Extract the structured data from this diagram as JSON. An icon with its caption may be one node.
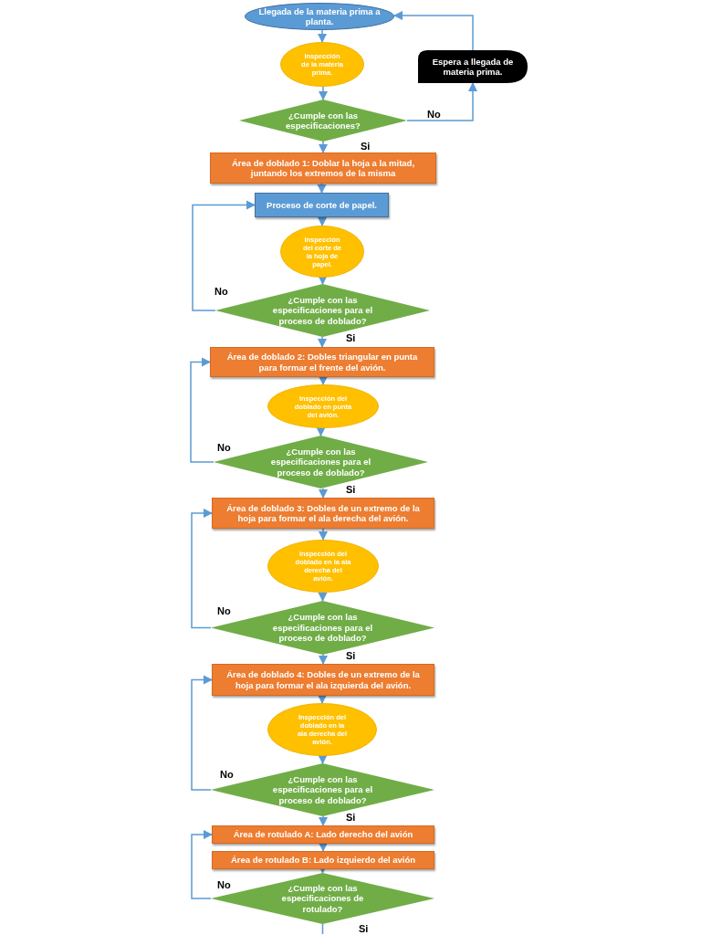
{
  "diagram": {
    "nodes": [
      {
        "text": [
          "Llegada de la materia prima a planta."
        ]
      },
      {
        "text": [
          "Inspección de la materia prima."
        ]
      },
      {
        "text": [
          "¿Cumple con las especificaciones?"
        ]
      },
      {
        "text": [
          "Espera a llegada de materia prima."
        ]
      },
      {
        "text": [
          "Área de doblado 1: Doblar la hoja a la mitad, juntando los extremos de la misma"
        ]
      },
      {
        "text": [
          "Proceso de corte de papel."
        ]
      },
      {
        "text": [
          "Inspección del corte de la hoja de papel."
        ]
      },
      {
        "text": [
          "¿Cumple con las especificaciones para el proceso de doblado?"
        ]
      },
      {
        "text": [
          "Área de doblado 2: Dobles triangular en punta para formar el frente del avión."
        ]
      },
      {
        "text": [
          "Inspección del doblado en punta del avión."
        ]
      },
      {
        "text": [
          "¿Cumple con las especificaciones para el proceso de doblado?"
        ]
      },
      {
        "text": [
          "Área de doblado 3: Dobles de un extremo de la hoja para formar el ala derecha del avión."
        ]
      },
      {
        "text": [
          "Inspección del doblado en la ala derecha del avión."
        ]
      },
      {
        "text": [
          "¿Cumple con las especificaciones para el proceso de doblado?"
        ]
      },
      {
        "text": [
          "Área de doblado 4: Dobles de un extremo de la hoja para formar el ala izquierda del avión."
        ]
      },
      {
        "text": [
          "Inspección del doblado en la ala derecha del avión."
        ]
      },
      {
        "text": [
          "¿Cumple con las especificaciones para el proceso de doblado?"
        ]
      },
      {
        "text": [
          "Área de rotulado A:  Lado derecho del avión"
        ]
      },
      {
        "text": [
          "Área de rotulado B:  Lado izquierdo del avión"
        ]
      },
      {
        "text": [
          "¿Cumple con las especificaciones de rotulado?"
        ]
      }
    ],
    "edges": [
      {
        "from": 0,
        "to": 1,
        "arrow": "to"
      },
      {
        "from": 1,
        "to": 2,
        "arrow": "to"
      },
      {
        "from": 2,
        "to": 3,
        "arrow": "to",
        "label": "No"
      },
      {
        "from": 3,
        "to": 0,
        "arrow": "to"
      },
      {
        "from": 2,
        "to": 4,
        "arrow": "to",
        "label": "Si"
      },
      {
        "from": 4,
        "to": 5,
        "arrow": "to"
      },
      {
        "from": 5,
        "to": 6,
        "arrow": "to"
      },
      {
        "from": 6,
        "to": 7,
        "arrow": "to"
      },
      {
        "from": 7,
        "to": 5,
        "arrow": "to",
        "label": "No"
      },
      {
        "from": 7,
        "to": 8,
        "arrow": "to",
        "label": "Si"
      },
      {
        "from": 8,
        "to": 9,
        "arrow": "to"
      },
      {
        "from": 9,
        "to": 10,
        "arrow": "to"
      },
      {
        "from": 10,
        "to": 8,
        "arrow": "to",
        "label": "No"
      },
      {
        "from": 10,
        "to": 11,
        "arrow": "to",
        "label": "Si"
      },
      {
        "from": 11,
        "to": 12,
        "arrow": "to"
      },
      {
        "from": 12,
        "to": 13,
        "arrow": "to"
      },
      {
        "from": 13,
        "to": 11,
        "arrow": "to",
        "label": "No"
      },
      {
        "from": 13,
        "to": 14,
        "arrow": "to",
        "label": "Si"
      },
      {
        "from": 14,
        "to": 15,
        "arrow": "to"
      },
      {
        "from": 15,
        "to": 16,
        "arrow": "to"
      },
      {
        "from": 16,
        "to": 14,
        "arrow": "to",
        "label": "No"
      },
      {
        "from": 16,
        "to": 17,
        "arrow": "to",
        "label": "Si"
      },
      {
        "from": 17,
        "to": 18,
        "arrow": "to"
      },
      {
        "from": 18,
        "to": 19,
        "arrow": "to"
      },
      {
        "from": 19,
        "to": 17,
        "arrow": "to",
        "label": "No"
      },
      {
        "from": 19,
        "to": null,
        "arrow": "none",
        "label": "Si"
      }
    ]
  }
}
